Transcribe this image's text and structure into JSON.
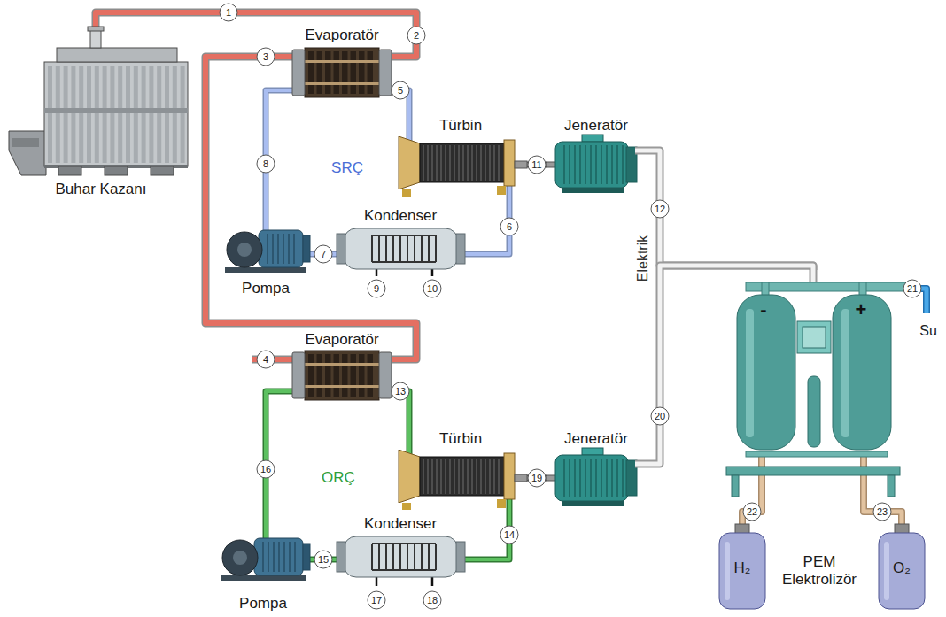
{
  "diagram": {
    "nodes": [
      {
        "text": [
          "Buhar Kazanı"
        ]
      },
      {
        "text": [
          "Evaporatör"
        ]
      },
      {
        "text": [
          "Türbin"
        ]
      },
      {
        "text": [
          "Jeneratör"
        ]
      },
      {
        "text": [
          "Kondenser"
        ]
      },
      {
        "text": [
          "Pompa"
        ]
      },
      {
        "text": [
          "Evaporatör"
        ]
      },
      {
        "text": [
          "Türbin"
        ]
      },
      {
        "text": [
          "Jeneratör"
        ]
      },
      {
        "text": [
          "Kondenser"
        ]
      },
      {
        "text": [
          "Pompa"
        ]
      },
      {
        "text": [
          "PEM Elektrolizör"
        ]
      },
      {
        "text": [
          "H₂"
        ]
      },
      {
        "text": [
          "O₂"
        ]
      }
    ],
    "edges": [
      {
        "from": 0,
        "to": 1,
        "label": "1",
        "arrow": "none"
      },
      {
        "from": 1,
        "to": 6,
        "label": "3",
        "arrow": "none"
      },
      {
        "from": 1,
        "to": 2,
        "label": "5",
        "arrow": "none"
      },
      {
        "from": 2,
        "to": 4,
        "label": "6",
        "arrow": "none"
      },
      {
        "from": 4,
        "to": 5,
        "label": "7",
        "arrow": "none"
      },
      {
        "from": 5,
        "to": 1,
        "label": "8",
        "arrow": "none"
      },
      {
        "from": 2,
        "to": 3,
        "label": "11",
        "arrow": "none"
      },
      {
        "from": 3,
        "to": 11,
        "label": "12",
        "arrow": "none"
      },
      {
        "from": 6,
        "to": 7,
        "label": "13",
        "arrow": "none"
      },
      {
        "from": 7,
        "to": 9,
        "label": "14",
        "arrow": "none"
      },
      {
        "from": 9,
        "to": 10,
        "label": "15",
        "arrow": "none"
      },
      {
        "from": 10,
        "to": 6,
        "label": "16",
        "arrow": "none"
      },
      {
        "from": 7,
        "to": 8,
        "label": "19",
        "arrow": "none"
      },
      {
        "from": 8,
        "to": 11,
        "label": "20",
        "arrow": "none"
      },
      {
        "from": 11,
        "to": 12,
        "label": "22",
        "arrow": "none"
      },
      {
        "from": 11,
        "to": 13,
        "label": "23",
        "arrow": "none"
      }
    ],
    "labels": [
      "SRÇ",
      "ORÇ",
      "Elektrik",
      "2",
      "4",
      "9",
      "10",
      "17",
      "18",
      "21",
      "Su",
      "-",
      "+"
    ]
  }
}
